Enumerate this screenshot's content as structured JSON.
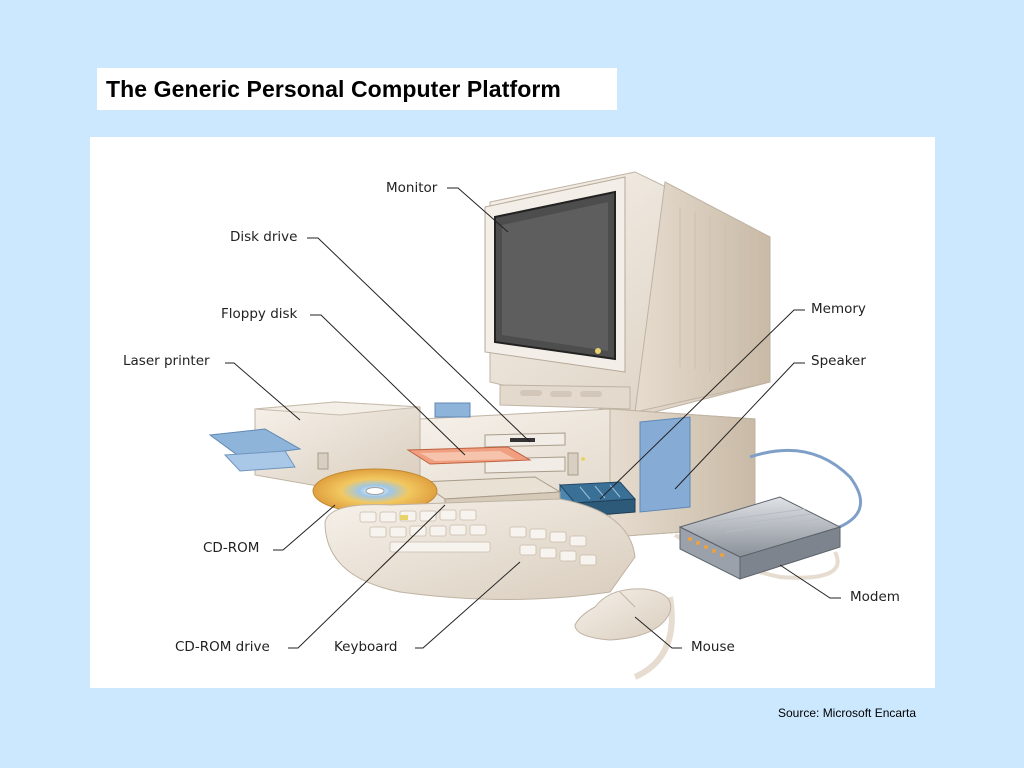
{
  "slide": {
    "title": "The Generic Personal Computer Platform",
    "source": "Source: Microsoft Encarta"
  },
  "diagram": {
    "labels": {
      "monitor": "Monitor",
      "disk_drive": "Disk drive",
      "floppy_disk": "Floppy disk",
      "laser_printer": "Laser printer",
      "cd_rom": "CD-ROM",
      "cd_rom_drive": "CD-ROM drive",
      "keyboard": "Keyboard",
      "memory": "Memory",
      "speaker": "Speaker",
      "modem": "Modem",
      "mouse": "Mouse"
    }
  },
  "colors": {
    "background": "#cce8fe",
    "panel": "#ffffff",
    "beige": "#ece4d8",
    "screen": "#5a5a5a",
    "blue_accent": "#7fa9d6"
  }
}
